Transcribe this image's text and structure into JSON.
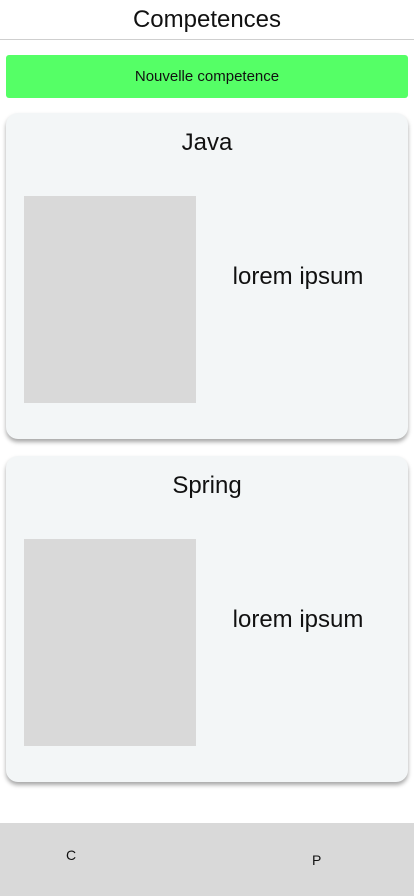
{
  "header": {
    "title": "Competences"
  },
  "actions": {
    "new_label": "Nouvelle competence"
  },
  "cards": [
    {
      "title": "Java",
      "description": "lorem ipsum"
    },
    {
      "title": "Spring",
      "description": "lorem ipsum"
    }
  ],
  "bottom_nav": {
    "left_label": "C",
    "right_label": "P"
  },
  "colors": {
    "accent_button": "#55ff66",
    "card_background": "#f3f6f7",
    "image_placeholder": "#d9d9d9",
    "nav_background": "#d9d9d9"
  }
}
